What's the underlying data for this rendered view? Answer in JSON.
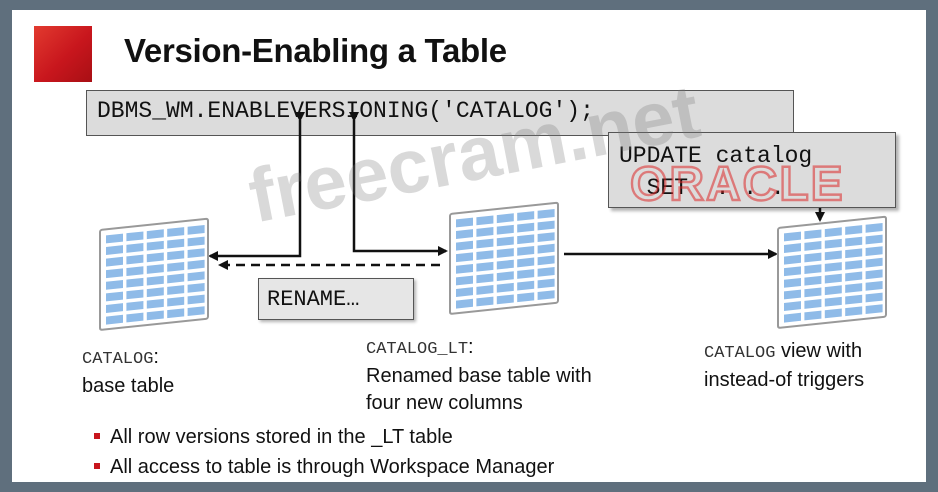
{
  "slide": {
    "title": "Version-Enabling a Table",
    "code": {
      "enable": "DBMS_WM.ENABLEVERSIONING('CATALOG');",
      "update_line1": "UPDATE catalog",
      "update_line2": "  SET  . . .",
      "rename": "RENAME…"
    },
    "tables": [
      {
        "mono": "CATALOG",
        "suffix": ":",
        "lines": [
          "base table"
        ]
      },
      {
        "mono": "CATALOG_LT",
        "suffix": ":",
        "lines": [
          "Renamed base table with",
          "four new columns"
        ]
      },
      {
        "mono": "CATALOG",
        "suffix": " view with",
        "lines": [
          "instead-of triggers"
        ]
      }
    ],
    "bullets": [
      "All row versions stored in the _LT table",
      "All access to table is through Workspace Manager"
    ],
    "logo": "ORACLE",
    "watermark": "freecram.net",
    "colors": {
      "accent": "#c8161d",
      "table_cell": "#8fbbe8",
      "table_border": "#999999"
    }
  }
}
